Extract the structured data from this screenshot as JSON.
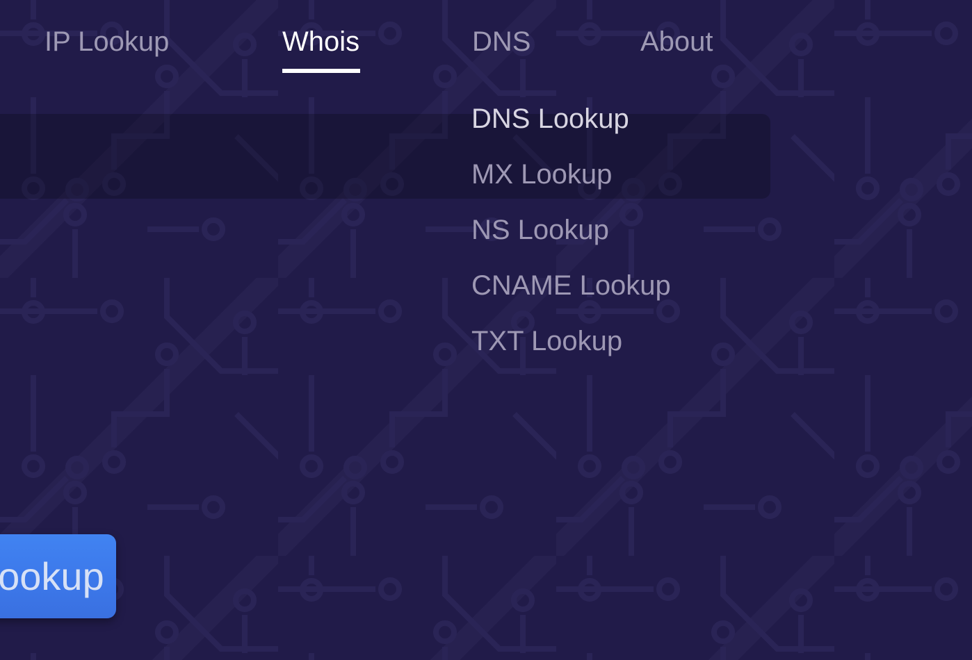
{
  "nav": {
    "items": [
      {
        "label": "IP Lookup",
        "active": false
      },
      {
        "label": "Whois",
        "active": true
      },
      {
        "label": "DNS",
        "active": false
      },
      {
        "label": "About",
        "active": false
      }
    ]
  },
  "dns_menu": {
    "items": [
      {
        "label": "DNS Lookup",
        "highlighted": true
      },
      {
        "label": "MX Lookup",
        "highlighted": false
      },
      {
        "label": "NS Lookup",
        "highlighted": false
      },
      {
        "label": "CNAME Lookup",
        "highlighted": false
      },
      {
        "label": "TXT Lookup",
        "highlighted": false
      }
    ]
  },
  "search": {
    "value": ""
  },
  "action_button": {
    "label": "Lookup"
  },
  "colors": {
    "background": "#211b49",
    "circuit_trace": "#2a2456",
    "input_band_overlay": "rgba(0,0,0,0.22)",
    "nav_inactive_text": "#9e99b4",
    "nav_active_text": "#ffffff",
    "menu_text": "#9e98b4",
    "menu_highlight_text": "#d8d5e2",
    "button_blue": "#3c78ea",
    "button_text": "#d7e1f6"
  }
}
